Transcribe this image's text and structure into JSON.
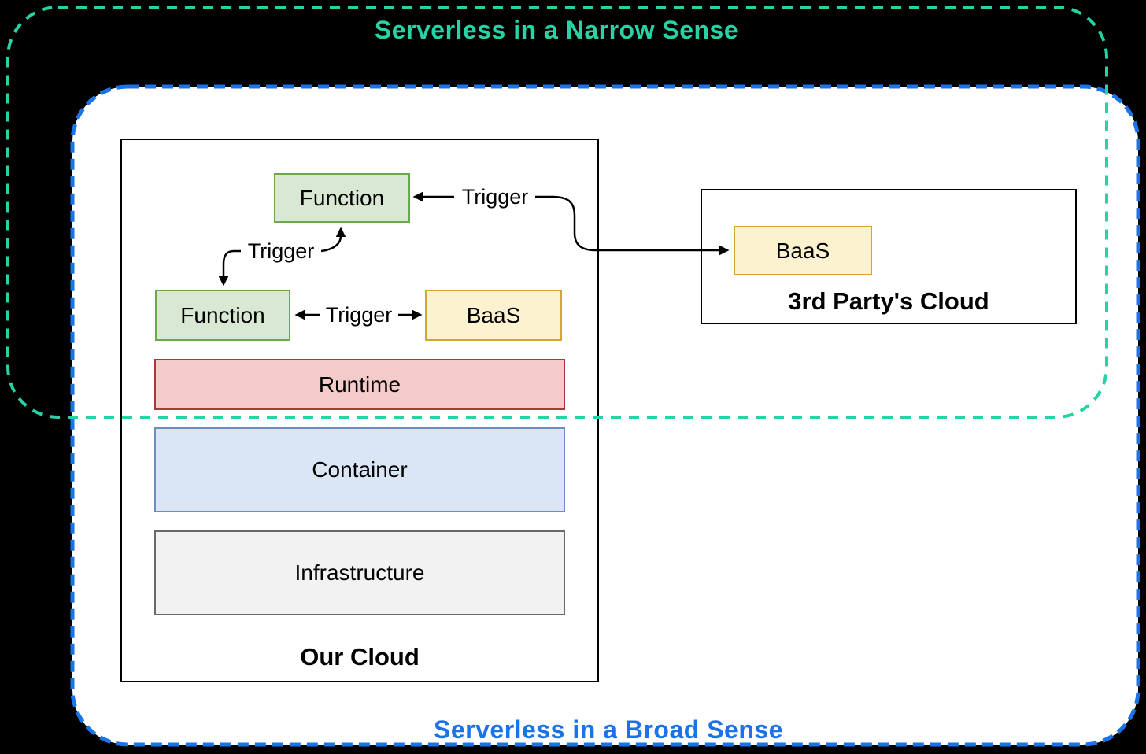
{
  "titles": {
    "narrow": "Serverless in a Narrow Sense",
    "broad": "Serverless in a Broad Sense"
  },
  "our_cloud": {
    "label": "Our Cloud",
    "top_function": "Function",
    "left_function": "Function",
    "baas": "BaaS",
    "runtime": "Runtime",
    "container": "Container",
    "infrastructure": "Infrastructure"
  },
  "third_party_cloud": {
    "label": "3rd Party's Cloud",
    "baas": "BaaS"
  },
  "trigger_labels": {
    "baas3p_to_top_function": "Trigger",
    "between_functions": "Trigger",
    "function_and_baas": "Trigger"
  },
  "colors": {
    "narrow_accent": "#25d3a4",
    "broad_accent": "#1a73e8",
    "function_fill": "#d9e8d3",
    "function_stroke": "#6aa84f",
    "baas_fill": "#fdf2d0",
    "baas_stroke": "#d2a72e",
    "runtime_fill": "#f5cbc9",
    "runtime_stroke": "#a33b38",
    "container_fill": "#dae6f6",
    "container_stroke": "#6e8ec1",
    "infrastructure_fill": "#f2f2f2",
    "infrastructure_stroke": "#696969",
    "line": "#000000"
  }
}
